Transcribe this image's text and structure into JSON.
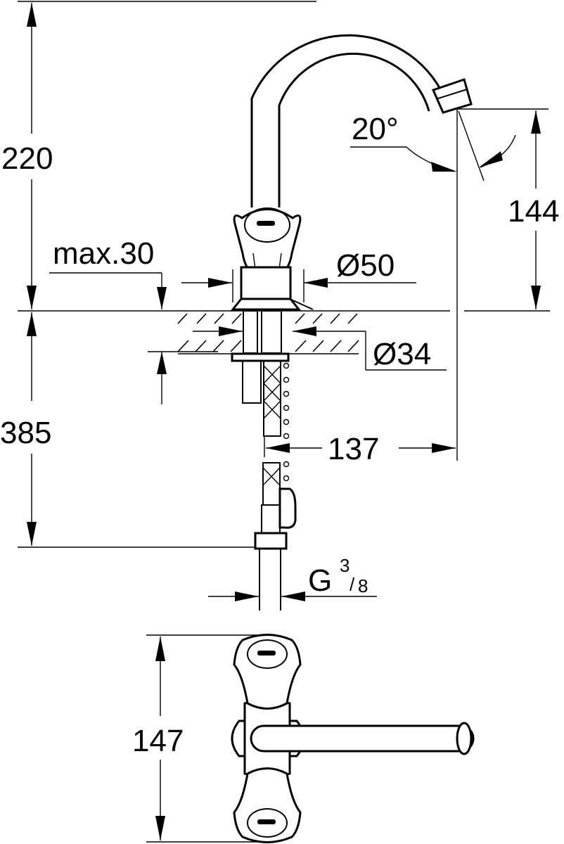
{
  "drawing": {
    "title": "Faucet dimensional drawing",
    "dimensions": {
      "total_height": "220",
      "spout_height": "144",
      "spout_angle": "20°",
      "max_deck_thickness": "max.30",
      "base_diameter": "Ø50",
      "hole_diameter": "Ø34",
      "spout_reach": "137",
      "below_deck_length": "385",
      "connection_thread": "G",
      "thread_numerator": "3",
      "thread_denominator": "8",
      "top_view_width": "147"
    }
  }
}
